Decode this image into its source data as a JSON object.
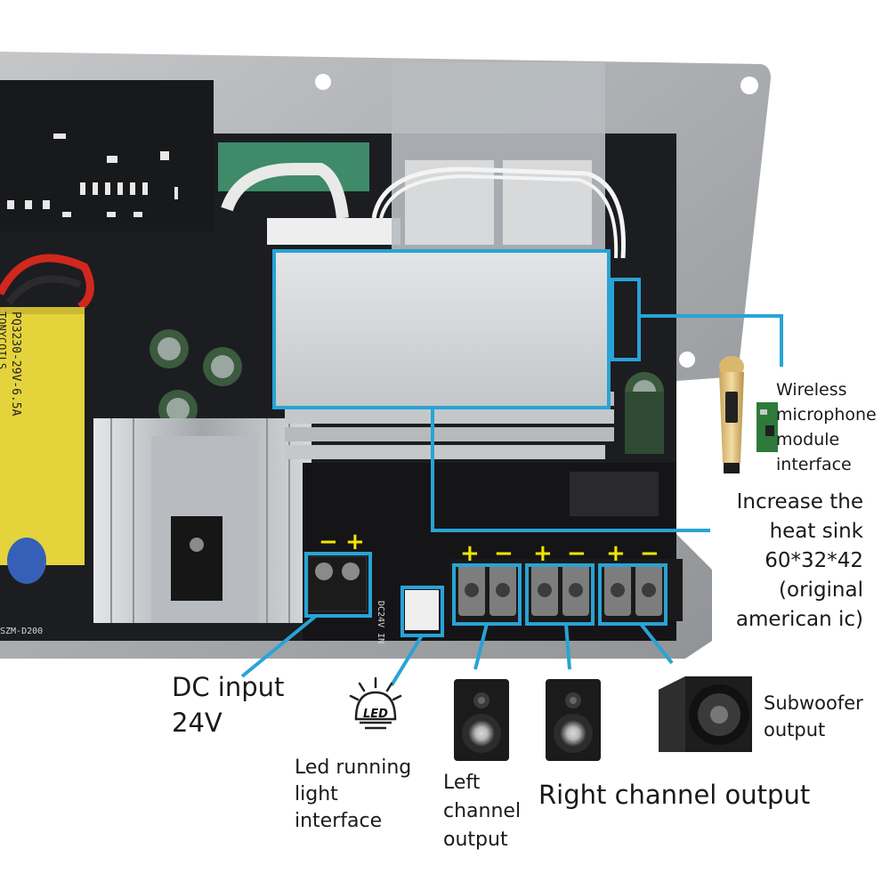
{
  "labels": {
    "wireless": "Wireless\nmicrophone\nmodule\ninterface",
    "heatsink": "Increase the\nheat sink\n60*32*42\n(original\namerican ic)",
    "dc_input": "DC input\n24V",
    "led_interface": "Led running\nlight\ninterface",
    "led_icon_text": "LED",
    "left_channel": "Left\nchannel\noutput",
    "right_channel": "Right channel output",
    "subwoofer": "Subwoofer\noutput"
  },
  "board_markings": {
    "transformer": "PQ3230-29V-6.5A",
    "brand": "TONYCOILS",
    "model": "SZM-D200",
    "dc_pad": "DC24V IN"
  },
  "terminal_polarity": {
    "dc": [
      "−",
      "+"
    ],
    "outputs": [
      "+",
      "−",
      "+",
      "−",
      "+",
      "−"
    ]
  },
  "colors": {
    "callout": "#29a3d6",
    "polarity": "#f2e600",
    "heatsink": "#c9ccd0",
    "pcb": "#1e1f22",
    "chassis": "#a9acaf",
    "transformer": "#e6d43a"
  }
}
